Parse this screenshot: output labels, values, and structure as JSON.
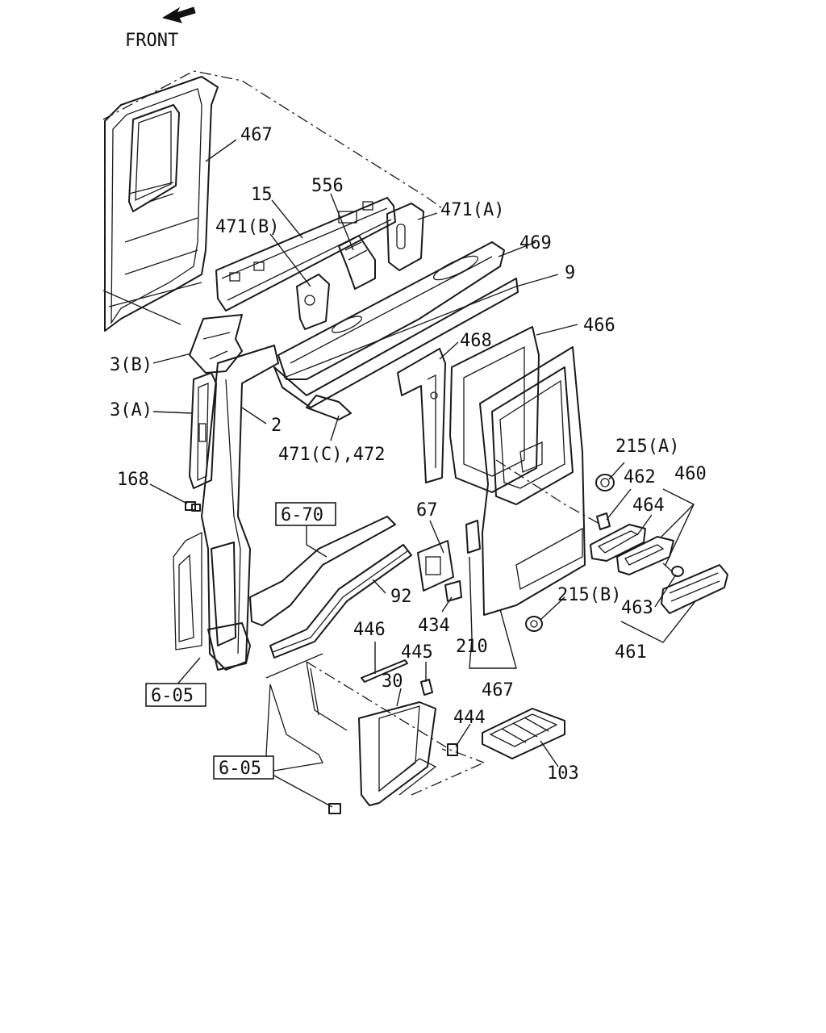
{
  "direction": {
    "label": "FRONT"
  },
  "callouts": [
    {
      "id": "c-467-top",
      "text": "467"
    },
    {
      "id": "c-15",
      "text": "15"
    },
    {
      "id": "c-556",
      "text": "556"
    },
    {
      "id": "c-471a",
      "text": "471(A)"
    },
    {
      "id": "c-471b",
      "text": "471(B)"
    },
    {
      "id": "c-469",
      "text": "469"
    },
    {
      "id": "c-9",
      "text": "9"
    },
    {
      "id": "c-466",
      "text": "466"
    },
    {
      "id": "c-468",
      "text": "468"
    },
    {
      "id": "c-3b",
      "text": "3(B)"
    },
    {
      "id": "c-3a",
      "text": "3(A)"
    },
    {
      "id": "c-2",
      "text": "2"
    },
    {
      "id": "c-471c",
      "text": "471(C),472"
    },
    {
      "id": "c-168",
      "text": "168"
    },
    {
      "id": "c-215a",
      "text": "215(A)"
    },
    {
      "id": "c-462",
      "text": "462"
    },
    {
      "id": "c-460",
      "text": "460"
    },
    {
      "id": "c-464",
      "text": "464"
    },
    {
      "id": "c-67",
      "text": "67"
    },
    {
      "id": "c-92",
      "text": "92"
    },
    {
      "id": "c-434",
      "text": "434"
    },
    {
      "id": "c-215b",
      "text": "215(B)"
    },
    {
      "id": "c-463",
      "text": "463"
    },
    {
      "id": "c-446",
      "text": "446"
    },
    {
      "id": "c-445",
      "text": "445"
    },
    {
      "id": "c-210",
      "text": "210"
    },
    {
      "id": "c-461",
      "text": "461"
    },
    {
      "id": "c-30",
      "text": "30"
    },
    {
      "id": "c-467-bot",
      "text": "467"
    },
    {
      "id": "c-444",
      "text": "444"
    },
    {
      "id": "c-103",
      "text": "103"
    }
  ],
  "references": [
    {
      "id": "r-670",
      "text": "6-70"
    },
    {
      "id": "r-605a",
      "text": "6-05"
    },
    {
      "id": "r-605b",
      "text": "6-05"
    }
  ]
}
